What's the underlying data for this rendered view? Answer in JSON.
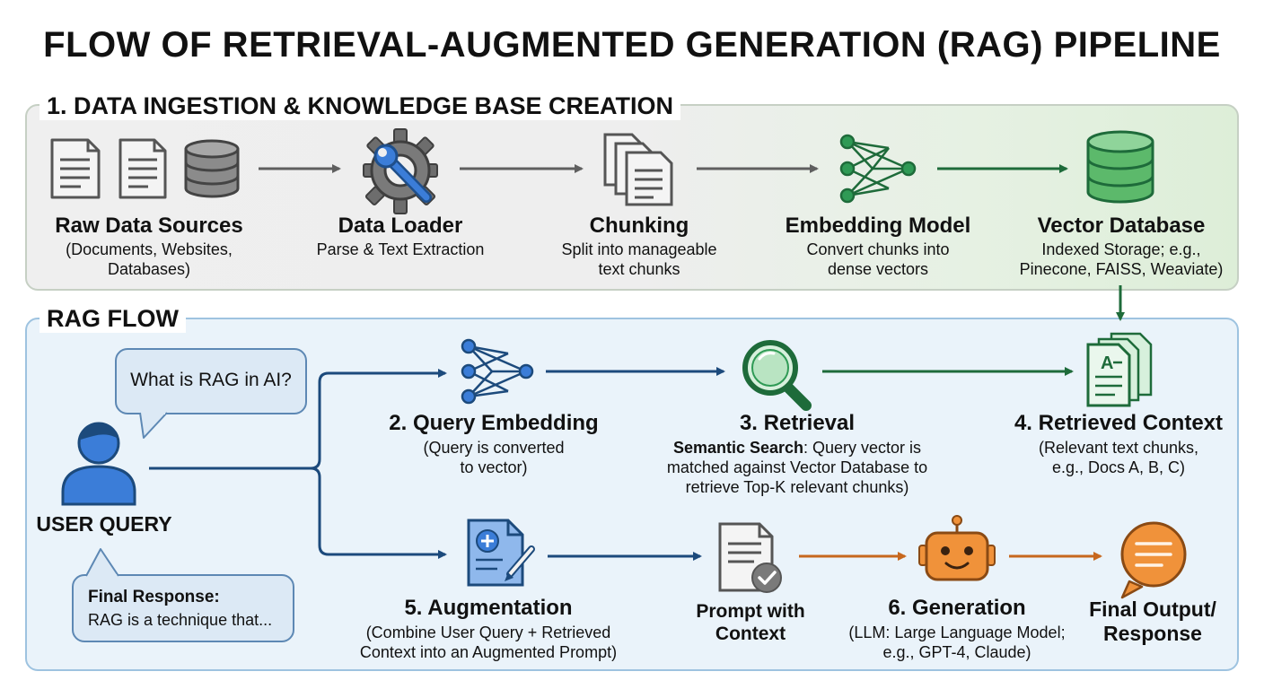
{
  "title": "FLOW OF RETRIEVAL-AUGMENTED GENERATION (RAG) PIPELINE",
  "ingestion": {
    "heading": "1. DATA INGESTION & KNOWLEDGE BASE CREATION",
    "steps": [
      {
        "title": "Raw Data Sources",
        "line1": "(Documents, Websites,",
        "line2": "Databases)",
        "icon": "documents-database-icon"
      },
      {
        "title": "Data Loader",
        "line1": "Parse & Text Extraction",
        "line2": "",
        "icon": "gear-wrench-icon"
      },
      {
        "title": "Chunking",
        "line1": "Split into manageable",
        "line2": "text chunks",
        "icon": "stacked-pages-icon"
      },
      {
        "title": "Embedding Model",
        "line1": "Convert chunks into",
        "line2": "dense vectors",
        "icon": "neural-network-icon"
      },
      {
        "title": "Vector Database",
        "line1": "Indexed Storage; e.g.,",
        "line2": "Pinecone, FAISS, Weaviate)",
        "icon": "database-icon"
      }
    ]
  },
  "rag": {
    "heading": "RAG FLOW",
    "user_question": "What is RAG in AI?",
    "user_label": "USER QUERY",
    "final_response": {
      "title": "Final Response:",
      "text": "RAG is a technique that..."
    },
    "query_embedding": {
      "title": "2. Query Embedding",
      "line1": "(Query is converted",
      "line2": "to vector)"
    },
    "retrieval": {
      "title": "3. Retrieval",
      "lead": "Semantic Search",
      "line1": ": Query vector is",
      "line2": "matched against Vector Database to",
      "line3": "retrieve Top-K relevant chunks)"
    },
    "retrieved_context": {
      "title": "4. Retrieved Context",
      "line1": "(Relevant text chunks,",
      "line2": "e.g., Docs A, B, C)"
    },
    "augmentation": {
      "title": "5. Augmentation",
      "line1": "(Combine User Query + Retrieved",
      "line2": "Context into an Augmented Prompt)"
    },
    "prompt": {
      "line1": "Prompt with",
      "line2": "Context"
    },
    "generation": {
      "title": "6. Generation",
      "line1": "(LLM: Large Language Model;",
      "line2": "e.g., GPT-4, Claude)"
    },
    "final_output": {
      "line1": "Final Output/",
      "line2": "Response"
    }
  },
  "colors": {
    "gray_arrow": "#5f5f5f",
    "green_arrow": "#1e6b3a",
    "blue_arrow": "#1c4a7c",
    "orange_arrow": "#c7671d",
    "db_green": "#5cb96b",
    "icon_blue": "#3b7dd8",
    "robot_orange": "#f0923a"
  }
}
